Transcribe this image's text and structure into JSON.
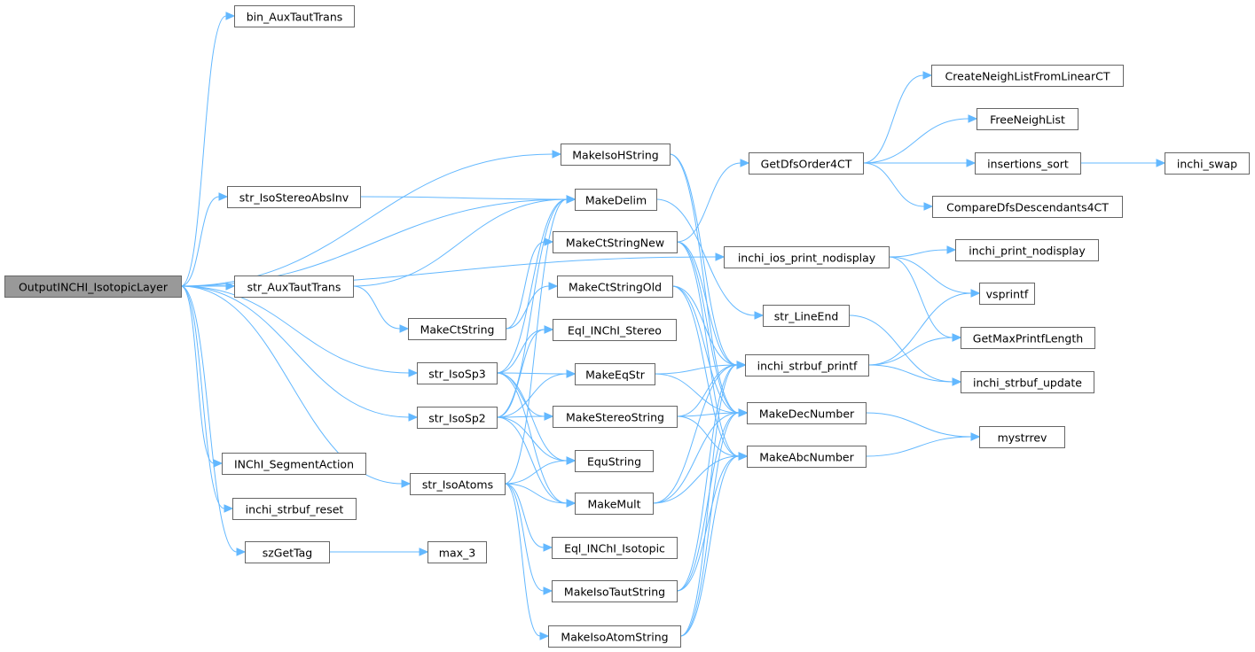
{
  "graph": {
    "root": "OutputINCHI_IsotopicLayer",
    "nodes": [
      {
        "id": "n0",
        "label": "OutputINCHI_IsotopicLayer"
      },
      {
        "id": "n1",
        "label": "bin_AuxTautTrans"
      },
      {
        "id": "n2",
        "label": "str_IsoStereoAbsInv"
      },
      {
        "id": "n3",
        "label": "str_AuxTautTrans"
      },
      {
        "id": "n4",
        "label": "INChI_SegmentAction"
      },
      {
        "id": "n5",
        "label": "inchi_strbuf_reset"
      },
      {
        "id": "n6",
        "label": "szGetTag"
      },
      {
        "id": "n7",
        "label": "max_3"
      },
      {
        "id": "n8",
        "label": "MakeCtString"
      },
      {
        "id": "n9",
        "label": "str_IsoSp3"
      },
      {
        "id": "n10",
        "label": "str_IsoSp2"
      },
      {
        "id": "n11",
        "label": "str_IsoAtoms"
      },
      {
        "id": "n12",
        "label": "MakeIsoHString"
      },
      {
        "id": "n13",
        "label": "MakeDelim"
      },
      {
        "id": "n14",
        "label": "MakeCtStringNew"
      },
      {
        "id": "n15",
        "label": "MakeCtStringOld"
      },
      {
        "id": "n16",
        "label": "Eql_INChI_Stereo"
      },
      {
        "id": "n17",
        "label": "MakeEqStr"
      },
      {
        "id": "n18",
        "label": "MakeStereoString"
      },
      {
        "id": "n19",
        "label": "EquString"
      },
      {
        "id": "n20",
        "label": "MakeMult"
      },
      {
        "id": "n21",
        "label": "Eql_INChI_Isotopic"
      },
      {
        "id": "n22",
        "label": "MakeIsoTautString"
      },
      {
        "id": "n23",
        "label": "MakeIsoAtomString"
      },
      {
        "id": "n24",
        "label": "GetDfsOrder4CT"
      },
      {
        "id": "n25",
        "label": "inchi_ios_print_nodisplay"
      },
      {
        "id": "n26",
        "label": "str_LineEnd"
      },
      {
        "id": "n27",
        "label": "inchi_strbuf_printf"
      },
      {
        "id": "n28",
        "label": "MakeDecNumber"
      },
      {
        "id": "n29",
        "label": "MakeAbcNumber"
      },
      {
        "id": "n30",
        "label": "CreateNeighListFromLinearCT"
      },
      {
        "id": "n31",
        "label": "FreeNeighList"
      },
      {
        "id": "n32",
        "label": "insertions_sort"
      },
      {
        "id": "n33",
        "label": "CompareDfsDescendants4CT"
      },
      {
        "id": "n34",
        "label": "inchi_swap"
      },
      {
        "id": "n35",
        "label": "inchi_print_nodisplay"
      },
      {
        "id": "n36",
        "label": "vsprintf"
      },
      {
        "id": "n37",
        "label": "GetMaxPrintfLength"
      },
      {
        "id": "n38",
        "label": "inchi_strbuf_update"
      },
      {
        "id": "n39",
        "label": "mystrrev"
      }
    ],
    "edges": [
      [
        "n0",
        "n1"
      ],
      [
        "n0",
        "n2"
      ],
      [
        "n0",
        "n3"
      ],
      [
        "n0",
        "n4"
      ],
      [
        "n0",
        "n5"
      ],
      [
        "n0",
        "n6"
      ],
      [
        "n0",
        "n9"
      ],
      [
        "n0",
        "n10"
      ],
      [
        "n0",
        "n11"
      ],
      [
        "n0",
        "n12"
      ],
      [
        "n0",
        "n13"
      ],
      [
        "n0",
        "n25"
      ],
      [
        "n2",
        "n13"
      ],
      [
        "n3",
        "n13"
      ],
      [
        "n3",
        "n8"
      ],
      [
        "n6",
        "n7"
      ],
      [
        "n8",
        "n14"
      ],
      [
        "n8",
        "n15"
      ],
      [
        "n9",
        "n13"
      ],
      [
        "n9",
        "n16"
      ],
      [
        "n9",
        "n17"
      ],
      [
        "n9",
        "n18"
      ],
      [
        "n9",
        "n19"
      ],
      [
        "n9",
        "n20"
      ],
      [
        "n10",
        "n13"
      ],
      [
        "n10",
        "n16"
      ],
      [
        "n10",
        "n17"
      ],
      [
        "n10",
        "n18"
      ],
      [
        "n10",
        "n19"
      ],
      [
        "n10",
        "n20"
      ],
      [
        "n11",
        "n13"
      ],
      [
        "n11",
        "n19"
      ],
      [
        "n11",
        "n20"
      ],
      [
        "n11",
        "n21"
      ],
      [
        "n11",
        "n22"
      ],
      [
        "n11",
        "n23"
      ],
      [
        "n12",
        "n27"
      ],
      [
        "n12",
        "n28"
      ],
      [
        "n13",
        "n26"
      ],
      [
        "n14",
        "n24"
      ],
      [
        "n14",
        "n27"
      ],
      [
        "n14",
        "n28"
      ],
      [
        "n14",
        "n29"
      ],
      [
        "n15",
        "n27"
      ],
      [
        "n15",
        "n28"
      ],
      [
        "n15",
        "n29"
      ],
      [
        "n17",
        "n27"
      ],
      [
        "n17",
        "n28"
      ],
      [
        "n18",
        "n27"
      ],
      [
        "n18",
        "n28"
      ],
      [
        "n18",
        "n29"
      ],
      [
        "n20",
        "n27"
      ],
      [
        "n20",
        "n28"
      ],
      [
        "n20",
        "n29"
      ],
      [
        "n22",
        "n27"
      ],
      [
        "n22",
        "n28"
      ],
      [
        "n22",
        "n29"
      ],
      [
        "n23",
        "n27"
      ],
      [
        "n23",
        "n28"
      ],
      [
        "n23",
        "n29"
      ],
      [
        "n24",
        "n30"
      ],
      [
        "n24",
        "n31"
      ],
      [
        "n24",
        "n32"
      ],
      [
        "n24",
        "n33"
      ],
      [
        "n32",
        "n34"
      ],
      [
        "n25",
        "n35"
      ],
      [
        "n25",
        "n36"
      ],
      [
        "n25",
        "n37"
      ],
      [
        "n26",
        "n38"
      ],
      [
        "n27",
        "n36"
      ],
      [
        "n27",
        "n37"
      ],
      [
        "n27",
        "n38"
      ],
      [
        "n28",
        "n39"
      ],
      [
        "n29",
        "n39"
      ]
    ]
  },
  "colors": {
    "edge": "#63b8ff",
    "node_border": "#666666",
    "node_fill": "#ffffff",
    "root_fill": "#999999"
  }
}
